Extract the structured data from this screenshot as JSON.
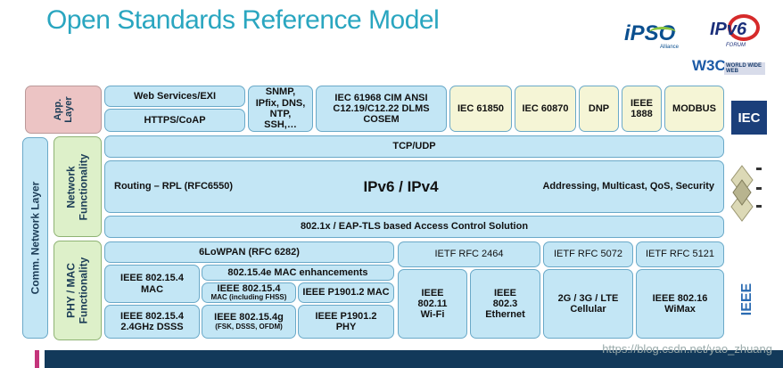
{
  "title": "Open Standards Reference Model",
  "logos": {
    "ipso": "iPSO",
    "ipso_sub": "Alliance",
    "ipv6": "IPv6",
    "ipv6_sub": "FORUM",
    "w3c": "W3C",
    "w3c_sub": "WORLD WIDE WEB",
    "iec": "IEC",
    "ieee": "IEEE"
  },
  "layers": {
    "comm_network": "Comm. Network Layer",
    "app": "App. Layer",
    "network": "Network Functionality",
    "phy_mac": "PHY / MAC Functionality"
  },
  "app_boxes": {
    "web_services": "Web Services/EXI",
    "https_coap": "HTTPS/CoAP",
    "snmp": "SNMP, IPfix, DNS, NTP, SSH,…",
    "iec61968": "IEC 61968 CIM ANSI C12.19/C12.22 DLMS COSEM",
    "iec61850": "IEC 61850",
    "iec60870": "IEC 60870",
    "dnp": "DNP",
    "ieee1888": "IEEE 1888",
    "modbus": "MODBUS"
  },
  "network_boxes": {
    "tcp_udp": "TCP/UDP",
    "routing": "Routing – RPL (RFC6550)",
    "ipv6_ipv4": "IPv6 / IPv4",
    "addressing": "Addressing, Multicast, QoS, Security",
    "access_control": "802.1x / EAP-TLS based Access Control Solution"
  },
  "phy_boxes": {
    "sixlowpan": "6LoWPAN (RFC 6282)",
    "ieee802154_mac": "IEEE 802.15.4 MAC",
    "mac_enh": "802.15.4e MAC enhancements",
    "ieee802154_fhss_title": "IEEE 802.15.4",
    "ieee802154_fhss_sub": "MAC (including FHSS)",
    "p1901_mac": "IEEE P1901.2 MAC",
    "dsss": "IEEE 802.15.4 2.4GHz DSSS",
    "ieee802154g_title": "IEEE 802.15.4g",
    "ieee802154g_sub": "(FSK, DSSS, OFDM)",
    "p1901_phy": "IEEE P1901.2 PHY",
    "rfc2464": "IETF RFC 2464",
    "rfc5072": "IETF RFC 5072",
    "rfc5121": "IETF RFC 5121",
    "wifi": "IEEE 802.11 Wi-Fi",
    "ethernet": "IEEE 802.3 Ethernet",
    "cellular": "2G / 3G / LTE Cellular",
    "wimax": "IEEE 802.16 WiMax"
  },
  "watermark": "https://blog.csdn.net/yao_zhuang",
  "colors": {
    "title": "#2aa6c0",
    "blue_box": "#c3e6f5",
    "cream_box": "#f5f5d6",
    "app_pink": "#ecc4c4",
    "layer_green": "#ddf0c9",
    "bottom_bar": "#12395a"
  }
}
